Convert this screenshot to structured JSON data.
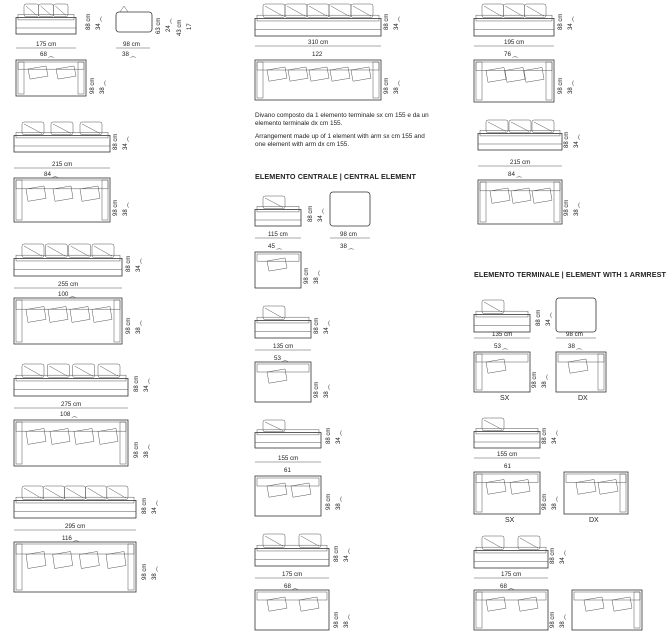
{
  "notes": {
    "it": "Divano composto da 1 elemento terminale sx cm 155 e da un elemento terminale dx cm 155.",
    "en": "Arrangement made up of 1 element with arm sx cm 155 and one element with arm dx cm 155."
  },
  "headers": {
    "central": "ELEMENTO CENTRALE  |  CENTRAL ELEMENT",
    "terminal": "ELEMENTO TERMINALE  |  ELEMENT WITH 1 ARMREST"
  },
  "side_labels": {
    "sx": "SX",
    "dx": "DX"
  },
  "dims": {
    "h88": "88 cm",
    "h34": "34 ⁔",
    "d98": "98 cm",
    "d38": "38 ⁔",
    "d63": "63 cm",
    "d24": "24 ⁔",
    "d43": "43 cm",
    "d17": "17",
    "w175": "175 cm",
    "w68": "68 ⁔",
    "w98": "98 cm",
    "w38": "38 ⁔",
    "w310": "310 cm",
    "w122": "122",
    "w195": "195 cm",
    "w76": "76 ⁔",
    "w215": "215 cm",
    "w84": "84 ⁔",
    "w255": "255 cm",
    "w100": "100 ⁔",
    "w275": "275 cm",
    "w108": "108 ⁔",
    "w295": "295 cm",
    "w116": "116 ⁔",
    "w115": "115 cm",
    "w45": "45 ⁔",
    "w135": "135 cm",
    "w53": "53 ⁔",
    "w155": "155 cm",
    "w61": "61"
  }
}
